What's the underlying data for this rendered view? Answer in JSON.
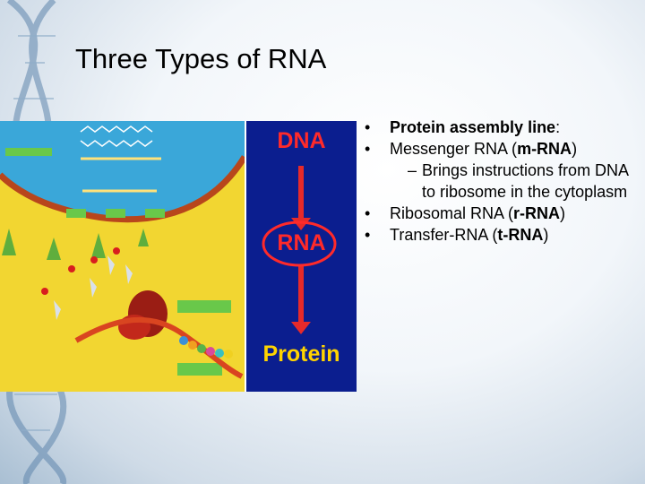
{
  "slide": {
    "title": "Three Types of RNA"
  },
  "figure": {
    "flow_labels": {
      "dna": "DNA",
      "rna": "RNA",
      "protein": "Protein"
    }
  },
  "bullets": {
    "item1": {
      "label": "Protein assembly line",
      "suffix": ":"
    },
    "item2": {
      "prefix": "Messenger RNA (",
      "abbr": "m-RNA",
      "suffix": ")"
    },
    "sub1": {
      "text": "Brings instructions from DNA to ribosome in the cytoplasm"
    },
    "item3": {
      "prefix": "Ribosomal RNA (",
      "abbr": "r-RNA",
      "suffix": ")"
    },
    "item4": {
      "prefix": "Transfer-RNA (",
      "abbr": "t-RNA",
      "suffix": ")"
    }
  },
  "colors": {
    "cytoplasm": "#f2d631",
    "nucleus": "#3aa7d9",
    "flow_background": "#0b1e8f",
    "flow_arrow": "#e62a2a",
    "dna_rna_label": "#ff2a2a",
    "protein_label": "#ffd400"
  }
}
